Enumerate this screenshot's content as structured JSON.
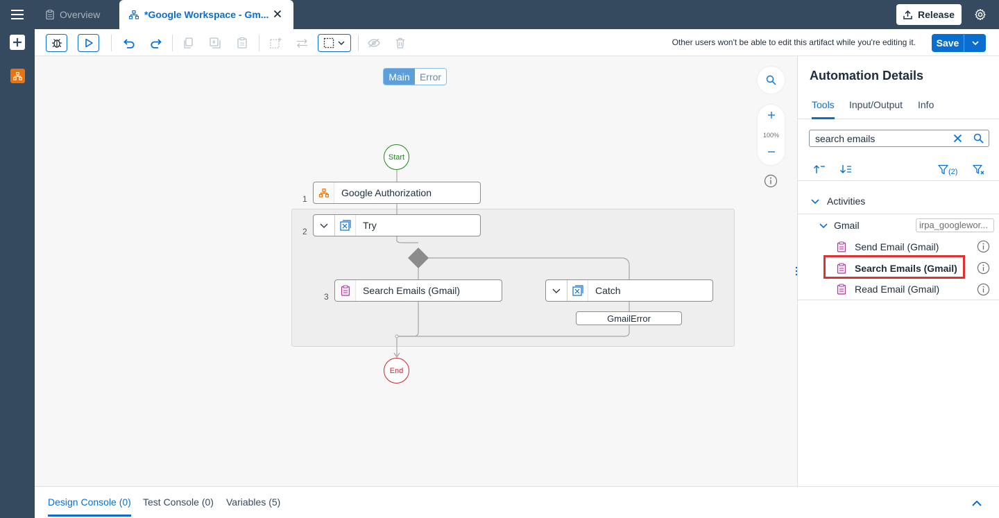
{
  "topbar": {
    "tabs": [
      {
        "label": "Overview",
        "icon": "clipboard-icon"
      },
      {
        "label": "*Google Workspace - Gm...",
        "icon": "sitemap-icon"
      }
    ],
    "release_label": "Release"
  },
  "toolbar": {
    "note": "Other users won't be able to edit this artifact while you're editing it.",
    "save_label": "Save"
  },
  "canvas": {
    "segments": [
      "Main",
      "Error"
    ],
    "zoom_level": "100%",
    "start_label": "Start",
    "end_label": "End",
    "nodes": [
      {
        "step": "1",
        "label": "Google Authorization"
      },
      {
        "step": "2",
        "label": "Try"
      },
      {
        "step": "3",
        "label": "Search Emails (Gmail)"
      },
      {
        "step": "",
        "label": "Catch"
      }
    ],
    "error_chip": "GmailError"
  },
  "panel": {
    "title": "Automation Details",
    "tabs": [
      "Tools",
      "Input/Output",
      "Info"
    ],
    "search_value": "search emails",
    "filter_count": "(2)",
    "section": "Activities",
    "group": {
      "label": "Gmail",
      "package": "irpa_googlewor..."
    },
    "tools": [
      {
        "label": "Send Email (Gmail)"
      },
      {
        "label": "Search Emails (Gmail)"
      },
      {
        "label": "Read Email (Gmail)"
      }
    ]
  },
  "console": {
    "tabs": [
      "Design Console (0)",
      "Test Console (0)",
      "Variables (5)"
    ]
  },
  "colors": {
    "shell": "#354a5f",
    "accent": "#0a6ed1",
    "start": "#188918",
    "end": "#d1222e",
    "highlight": "#e03131"
  }
}
